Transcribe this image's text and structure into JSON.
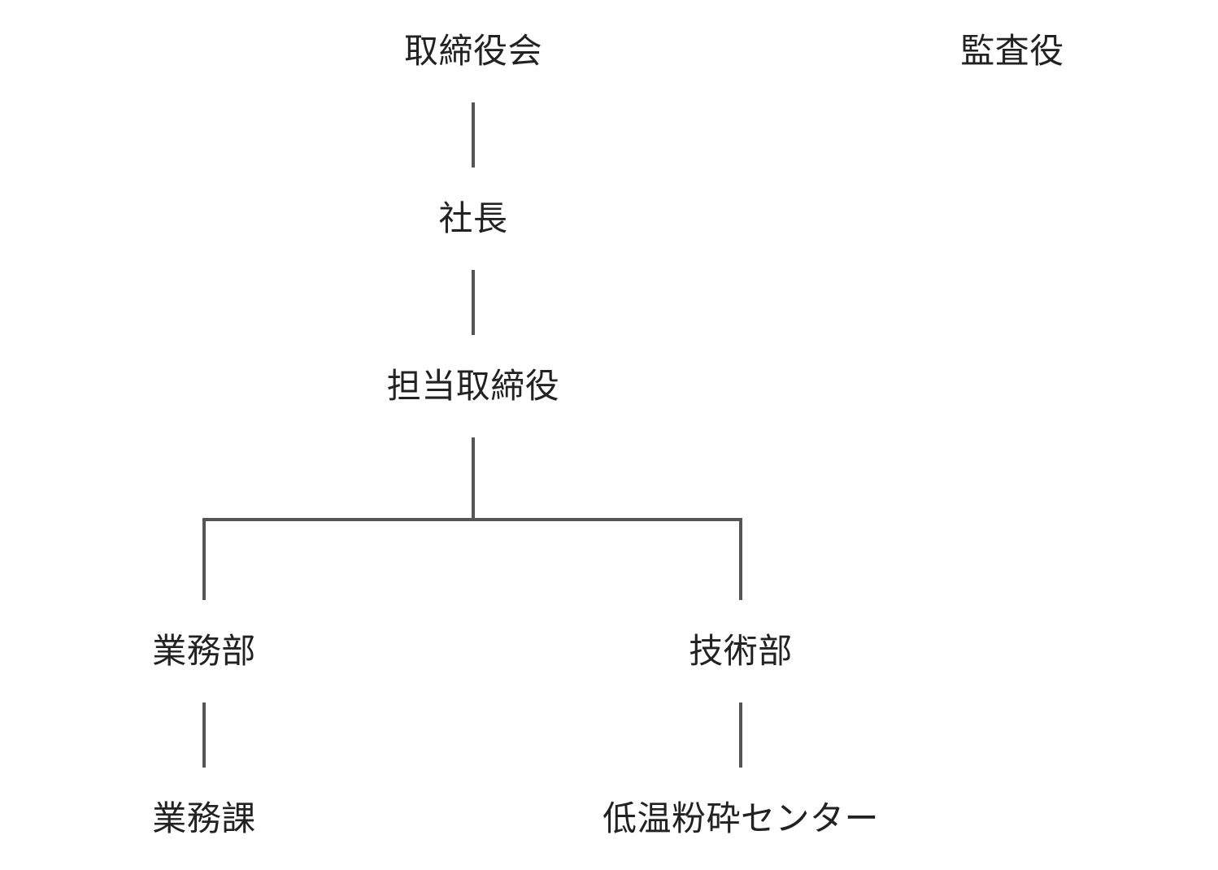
{
  "org_chart": {
    "board": "取締役会",
    "auditor": "監査役",
    "president": "社長",
    "director_in_charge": "担当取締役",
    "departments": [
      {
        "name": "業務部",
        "child": "業務課"
      },
      {
        "name": "技術部",
        "child": "低温粉砕センター"
      }
    ]
  }
}
